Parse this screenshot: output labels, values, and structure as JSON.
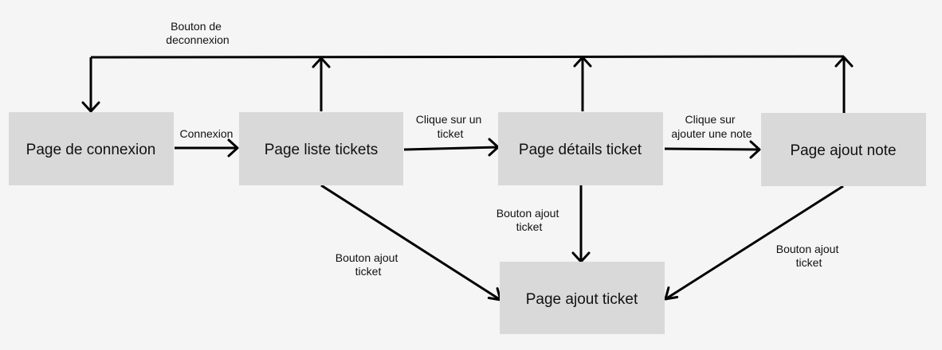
{
  "nodes": {
    "connexion": "Page de connexion",
    "liste": "Page liste tickets",
    "details": "Page détails ticket",
    "ajout_note": "Page ajout note",
    "ajout_ticket": "Page ajout ticket"
  },
  "edges": {
    "deconnexion": [
      "Bouton de",
      "deconnexion"
    ],
    "connexion": [
      "Connexion"
    ],
    "clique_ticket": [
      "Clique sur un",
      "ticket"
    ],
    "clique_note": [
      "Clique sur",
      "ajouter une note"
    ],
    "ajout_ticket_details": [
      "Bouton ajout",
      "ticket"
    ],
    "ajout_ticket_liste": [
      "Bouton ajout",
      "ticket"
    ],
    "ajout_ticket_note": [
      "Bouton ajout",
      "ticket"
    ]
  },
  "colors": {
    "background": "#f5f5f5",
    "node_fill": "#d9d9d9",
    "line": "#000000",
    "text": "#111111"
  }
}
